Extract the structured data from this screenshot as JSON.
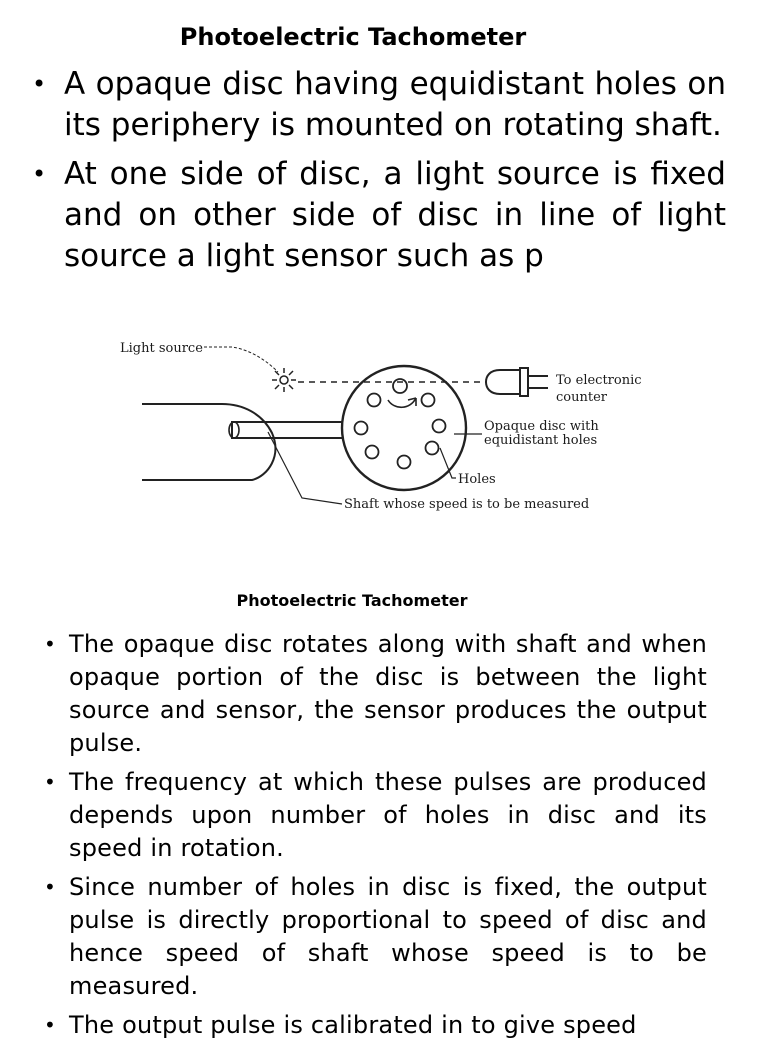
{
  "page": {
    "title": "Photoelectric Tachometer"
  },
  "intro_bullets": [
    "A opaque disc having equidistant holes on its periphery is mounted on rotating shaft.",
    "At one side of disc, a light source is fixed and on other side of disc in line of light source a light sensor such as p"
  ],
  "figure": {
    "labels": {
      "light_source": "Light source",
      "to_counter_line1": "To electronic",
      "to_counter_line2": "counter",
      "disc_line1": "Opaque disc with",
      "disc_line2": "equidistant holes",
      "holes": "Holes",
      "shaft": "Shaft whose speed is to be measured"
    },
    "caption": "Photoelectric Tachometer"
  },
  "detail_bullets": [
    "The opaque disc rotates along with shaft and when opaque portion of the disc is between the light source and sensor, the sensor produces the output pulse.",
    "The frequency at which these pulses are produced depends upon number of holes in disc and its speed in rotation.",
    "Since number of holes in disc is fixed, the output pulse is directly proportional to speed of disc and hence speed of shaft whose speed is to be measured.",
    "The output pulse is calibrated in to give speed"
  ],
  "icons": {
    "bullet": "bullet-dot-icon",
    "lamp": "light-source-icon",
    "sensor": "light-sensor-icon"
  }
}
